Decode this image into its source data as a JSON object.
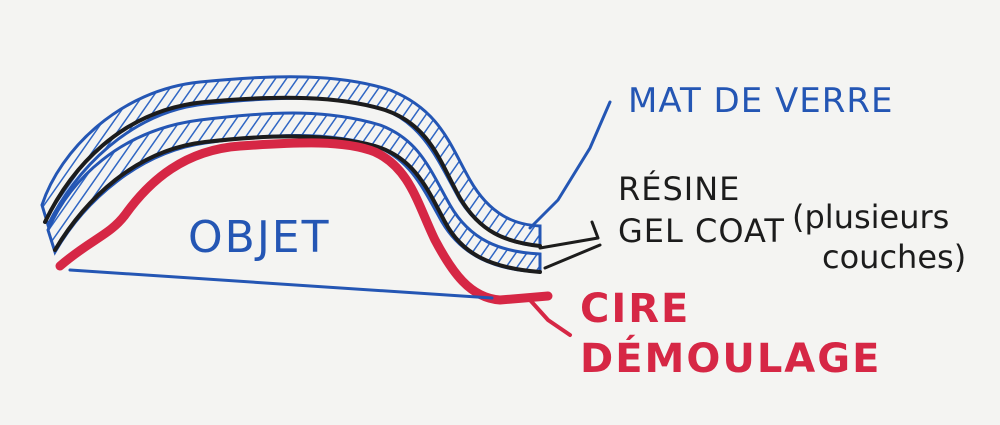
{
  "labels": {
    "object": "OBJET",
    "glass_mat": "MAT DE VERRE",
    "resin": "RÉSINE",
    "gel_coat": "GEL COAT",
    "note_line1": "(plusieurs",
    "note_line2": "couches)",
    "wax_line1": "CIRE",
    "wax_line2": "DÉMOULAGE"
  },
  "colors": {
    "paper": "#f4f4f2",
    "blue": "#2456b4",
    "black": "#1c1c1c",
    "red": "#d62745",
    "hatch": "#2f66c4"
  }
}
